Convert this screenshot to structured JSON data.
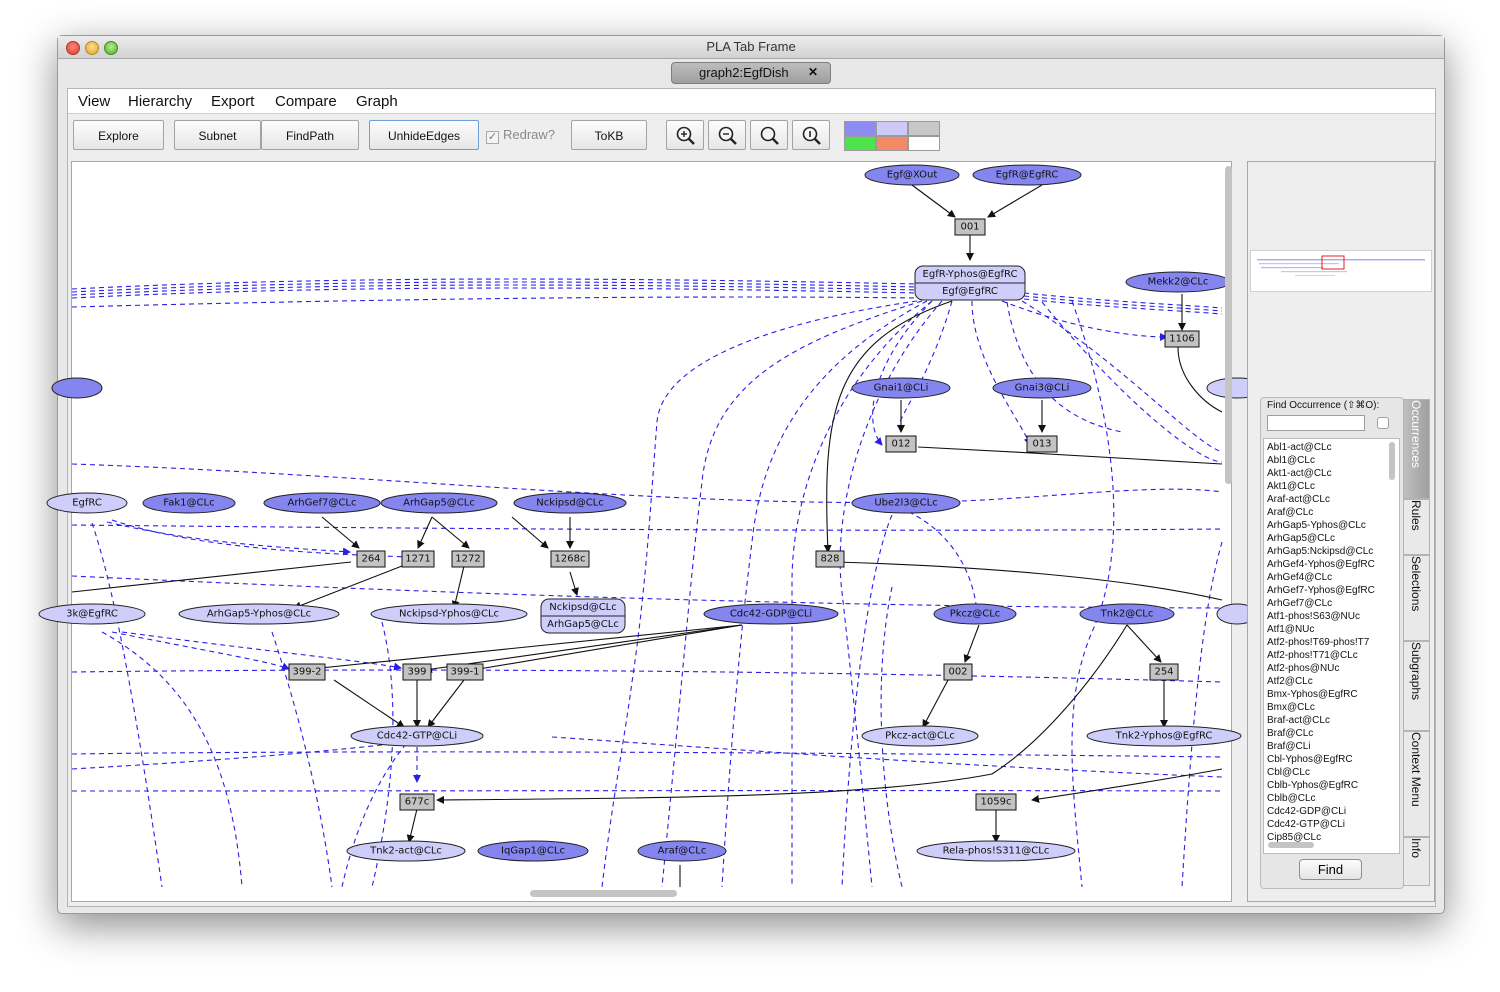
{
  "window": {
    "title": "PLA Tab Frame"
  },
  "tab": {
    "label": "graph2:EgfDish",
    "close": "✕"
  },
  "menu": [
    "View",
    "Hierarchy",
    "Export",
    "Compare",
    "Graph"
  ],
  "toolbar": {
    "explore": "Explore",
    "subnet": "Subnet",
    "findpath": "FindPath",
    "unhide": "UnhideEdges",
    "redraw": "Redraw?",
    "redraw_checked": true,
    "tokb": "ToKB",
    "zoom_buttons": [
      "zoom-in-icon",
      "zoom-out-icon",
      "zoom-fit-icon",
      "zoom-reset-icon"
    ]
  },
  "colors": {
    "node_dark": "#8585ef",
    "node_light": "#cfcdf9",
    "rule_box": "#c3c3c3",
    "edge_dashed": "#2a1fe6",
    "swatches": [
      "#8c8cf2",
      "#cdcaf8",
      "#c8c8c8",
      "#4ee24e",
      "#f58a66",
      "#ffffff"
    ]
  },
  "graph": {
    "nodes_dark": [
      "Egf@XOut",
      "EgfR@EgfRC",
      "Mekk2@CLc",
      "Gnai1@CLi",
      "Gnai3@CLi",
      "Fak1@CLc",
      "ArhGef7@CLc",
      "ArhGap5@CLc",
      "Nckipsd@CLc",
      "Ube2l3@CLc",
      "Cdc42-GDP@CLi",
      "Pkcz@CLc",
      "Tnk2@CLc",
      "IqGap1@CLc",
      "Araf@CLc"
    ],
    "nodes_light": [
      "EgfR-Yphos@EgfRC",
      "Egf@EgfRC",
      "ArhGap5-Yphos@CLc",
      "Nckipsd-Yphos@CLc",
      "Nckipsd@CLc",
      "ArhGap5@CLc",
      "Cdc42-GTP@CLi",
      "Pkcz-act@CLc",
      "Tnk2-Yphos@EgfRC",
      "Tnk2-act@CLc",
      "Rela-phos!S311@CLc"
    ],
    "partial_labels": [
      "EgfRC",
      "3k@EgfRC"
    ],
    "rules": [
      "001",
      "1106",
      "012",
      "013",
      "264",
      "1271",
      "1272",
      "1268c",
      "828",
      "399-2",
      "399",
      "399-1",
      "002",
      "254",
      "677c",
      "1059c"
    ]
  },
  "find": {
    "label": "Find Occurrence (⇧⌘O):",
    "button": "Find",
    "items": [
      "Abl1-act@CLc",
      "Abl1@CLc",
      "Akt1-act@CLc",
      "Akt1@CLc",
      "Araf-act@CLc",
      "Araf@CLc",
      "ArhGap5-Yphos@CLc",
      "ArhGap5@CLc",
      "ArhGap5:Nckipsd@CLc",
      "ArhGef4-Yphos@EgfRC",
      "ArhGef4@CLc",
      "ArhGef7-Yphos@EgfRC",
      "ArhGef7@CLc",
      "Atf1-phos!S63@NUc",
      "Atf1@NUc",
      "Atf2-phos!T69-phos!T7",
      "Atf2-phos!T71@CLc",
      "Atf2-phos@NUc",
      "Atf2@CLc",
      "Bmx-Yphos@EgfRC",
      "Bmx@CLc",
      "Braf-act@CLc",
      "Braf@CLc",
      "Braf@CLi",
      "Cbl-Yphos@EgfRC",
      "Cbl@CLc",
      "Cblb-Yphos@EgfRC",
      "Cblb@CLc",
      "Cdc42-GDP@CLi",
      "Cdc42-GTP@CLi",
      "Cip85@CLc"
    ]
  },
  "side_tabs": [
    "Occurrences",
    "Rules",
    "Selections",
    "Subgraphs",
    "Context Menu",
    "Info"
  ]
}
